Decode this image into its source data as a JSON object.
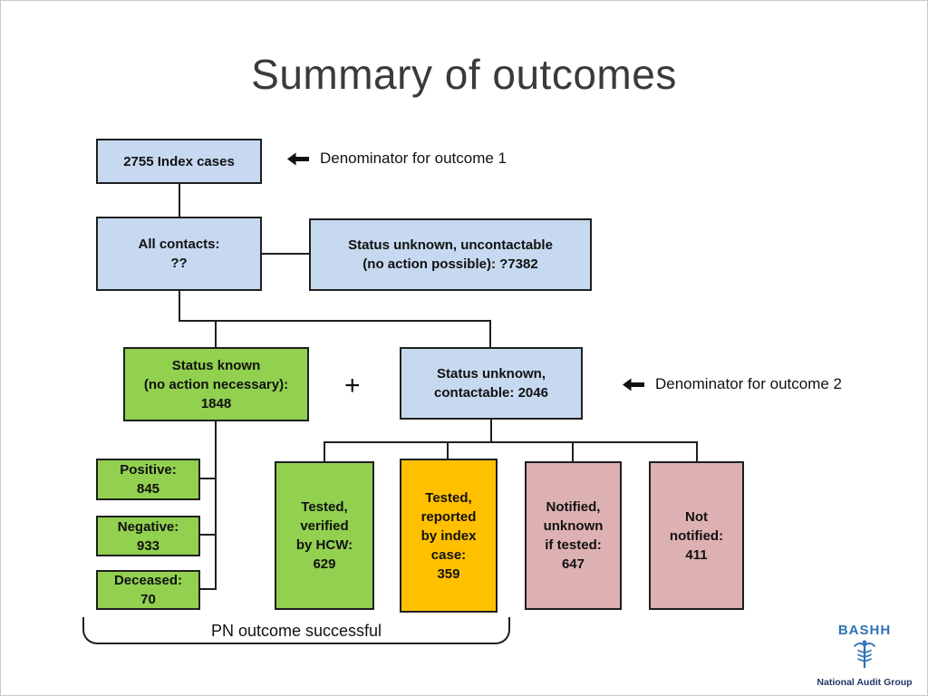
{
  "title": "Summary of outcomes",
  "flow": {
    "index_cases": "2755 Index cases",
    "all_contacts": "All contacts:\n??",
    "uncontactable": "Status unknown, uncontactable\n(no action possible): ?7382",
    "status_known": "Status known\n(no action necessary):\n1848",
    "plus": "+",
    "contactable": "Status unknown,\ncontactable: 2046",
    "positive": "Positive:\n845",
    "negative": "Negative:\n933",
    "deceased": "Deceased:\n70",
    "tested_verified": "Tested,\nverified\nby HCW:\n629",
    "tested_reported": "Tested,\nreported\nby index\ncase:\n359",
    "notified_unknown": "Notified,\nunknown\nif tested:\n647",
    "not_notified": "Not\nnotified:\n411"
  },
  "annotations": {
    "denominator_1": "Denominator for outcome 1",
    "denominator_2": "Denominator for outcome 2",
    "pn_outcome": "PN outcome successful"
  },
  "logo": {
    "title": "BASHH",
    "subtitle": "National Audit Group",
    "icon": "caduceus-icon"
  },
  "colors": {
    "box_blue": "#c6d9f0",
    "box_green": "#92d050",
    "box_orange": "#ffc000",
    "box_pink": "#ddb1b2",
    "logo_blue": "#2e74b5",
    "logo_navy": "#1f3864"
  }
}
